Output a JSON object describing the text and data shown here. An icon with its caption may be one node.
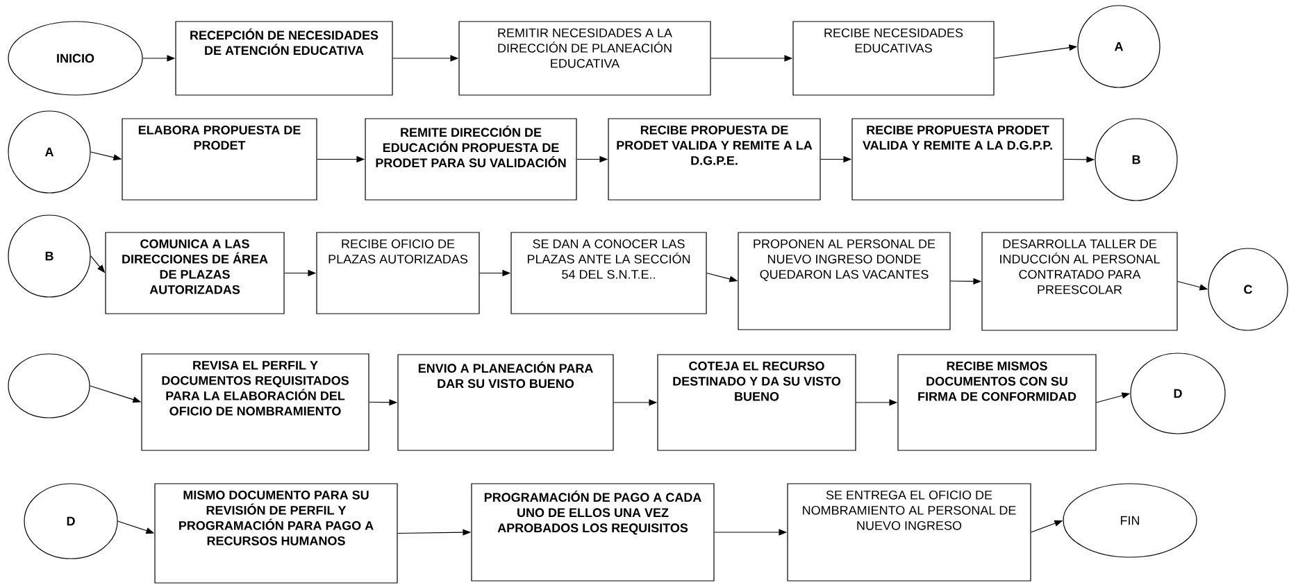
{
  "diagram": {
    "nodes": [
      {
        "text": [
          "INICIO"
        ]
      },
      {
        "text": [
          "RECEPCIÓN DE NECESIDADES DE ATENCIÓN EDUCATIVA"
        ]
      },
      {
        "text": [
          "REMITIR NECESIDADES A LA DIRECCIÓN DE PLANEACIÓN EDUCATIVA"
        ]
      },
      {
        "text": [
          "RECIBE NECESIDADES EDUCATIVAS"
        ]
      },
      {
        "text": [
          "A"
        ]
      },
      {
        "text": [
          "A"
        ]
      },
      {
        "text": [
          "ELABORA PROPUESTA DE PRODET"
        ]
      },
      {
        "text": [
          "REMITE DIRECCIÓN DE EDUCACIÓN PROPUESTA DE PRODET PARA SU VALIDACIÓN"
        ]
      },
      {
        "text": [
          "RECIBE PROPUESTA DE PRODET VALIDA Y REMITE A LA D.G.P.E."
        ]
      },
      {
        "text": [
          "RECIBE PROPUESTA PRODET VALIDA Y REMITE A LA D.G.P.P."
        ]
      },
      {
        "text": [
          "B"
        ]
      },
      {
        "text": [
          "B"
        ]
      },
      {
        "text": [
          "COMUNICA A LAS DIRECCIONES DE ÁREA DE PLAZAS AUTORIZADAS"
        ]
      },
      {
        "text": [
          "RECIBE OFICIO DE PLAZAS AUTORIZADAS"
        ]
      },
      {
        "text": [
          "SE DAN A CONOCER LAS PLAZAS ANTE LA SECCIÓN 54 DEL S.N.T.E.."
        ]
      },
      {
        "text": [
          "PROPONEN AL PERSONAL DE NUEVO INGRESO DONDE QUEDARON LAS VACANTES"
        ]
      },
      {
        "text": [
          "DESARROLLA TALLER DE INDUCCIÓN AL PERSONAL CONTRATADO PARA PREESCOLAR"
        ]
      },
      {
        "text": [
          "C"
        ]
      },
      {
        "text": [],
        "shape": "ellipse"
      },
      {
        "text": [
          "REVISA EL PERFIL Y DOCUMENTOS REQUISITADOS PARA LA ELABORACIÓN DEL OFICIO DE NOMBRAMIENTO"
        ]
      },
      {
        "text": [
          "ENVIO A PLANEACIÓN PARA DAR SU VISTO BUENO"
        ]
      },
      {
        "text": [
          "COTEJA EL RECURSO DESTINADO Y DA SU VISTO BUENO"
        ]
      },
      {
        "text": [
          "RECIBE MISMOS DOCUMENTOS CON SU FIRMA DE CONFORMIDAD"
        ]
      },
      {
        "text": [
          "D"
        ]
      },
      {
        "text": [
          "D"
        ]
      },
      {
        "text": [
          "MISMO DOCUMENTO PARA SU REVISIÓN DE PERFIL Y PROGRAMACIÓN PARA PAGO A RECURSOS HUMANOS"
        ]
      },
      {
        "text": [
          "PROGRAMACIÓN DE PAGO A CADA UNO DE ELLOS UNA VEZ APROBADOS LOS REQUISITOS"
        ]
      },
      {
        "text": [
          "SE ENTREGA EL OFICIO DE NOMBRAMIENTO AL PERSONAL DE NUEVO INGRESO"
        ]
      },
      {
        "text": [
          "FIN"
        ]
      }
    ],
    "edges": [
      {
        "from": 0,
        "to": 1,
        "arrow": "to"
      },
      {
        "from": 1,
        "to": 2,
        "arrow": "to"
      },
      {
        "from": 2,
        "to": 3,
        "arrow": "to"
      },
      {
        "from": 3,
        "to": 4,
        "arrow": "to"
      },
      {
        "from": 5,
        "to": 6,
        "arrow": "to"
      },
      {
        "from": 6,
        "to": 7,
        "arrow": "to"
      },
      {
        "from": 7,
        "to": 8,
        "arrow": "to"
      },
      {
        "from": 8,
        "to": 9,
        "arrow": "to"
      },
      {
        "from": 9,
        "to": 10,
        "arrow": "to"
      },
      {
        "from": 11,
        "to": 12,
        "arrow": "to"
      },
      {
        "from": 12,
        "to": 13,
        "arrow": "to"
      },
      {
        "from": 13,
        "to": 14,
        "arrow": "to"
      },
      {
        "from": 14,
        "to": 15,
        "arrow": "to"
      },
      {
        "from": 15,
        "to": 16,
        "arrow": "to"
      },
      {
        "from": 16,
        "to": 17,
        "arrow": "to"
      },
      {
        "from": 18,
        "to": 19,
        "arrow": "to"
      },
      {
        "from": 19,
        "to": 20,
        "arrow": "to"
      },
      {
        "from": 20,
        "to": 21,
        "arrow": "to"
      },
      {
        "from": 21,
        "to": 22,
        "arrow": "to"
      },
      {
        "from": 22,
        "to": 23,
        "arrow": "to"
      },
      {
        "from": 24,
        "to": 25,
        "arrow": "to"
      },
      {
        "from": 25,
        "to": 26,
        "arrow": "to"
      },
      {
        "from": 26,
        "to": 27,
        "arrow": "to"
      },
      {
        "from": 27,
        "to": 28,
        "arrow": "to"
      }
    ]
  }
}
